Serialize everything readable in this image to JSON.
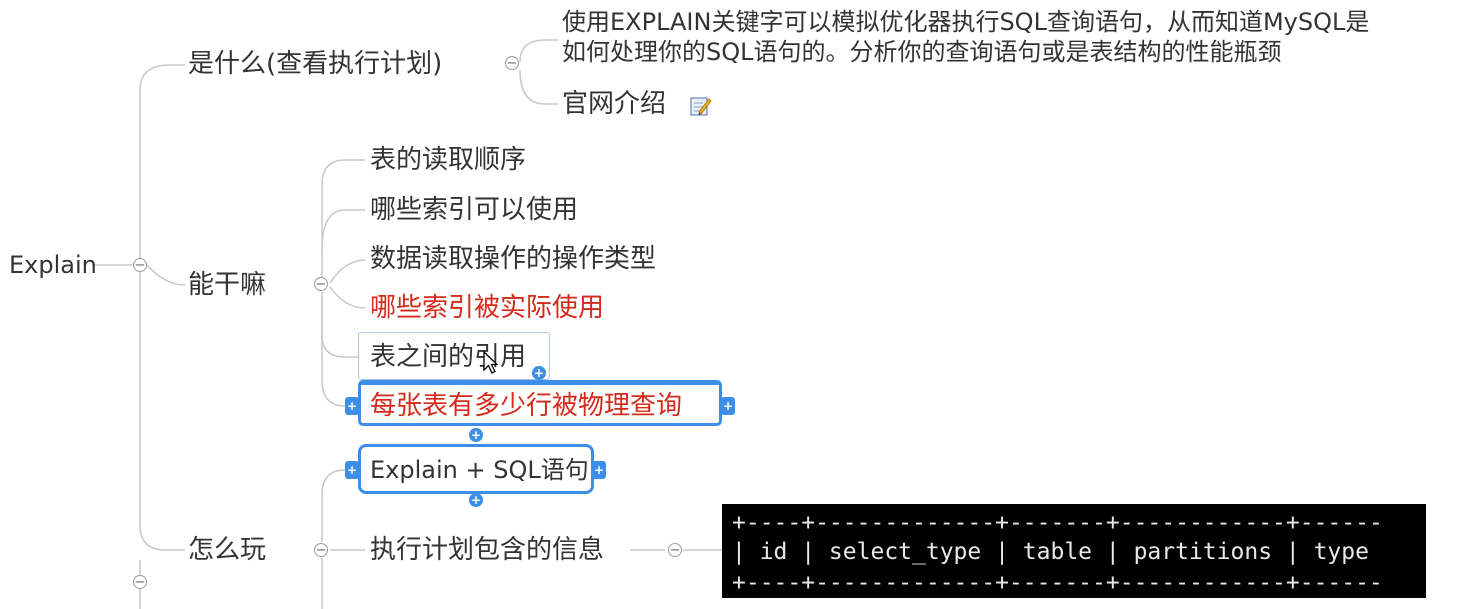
{
  "root": {
    "label": "Explain"
  },
  "branches": {
    "what": {
      "label": "是什么(查看执行计划)",
      "description_lines": [
        "使用EXPLAIN关键字可以模拟优化器执行SQL查询语句，从而知道MySQL是",
        "如何处理你的SQL语句的。分析你的查询语句或是表结构的性能瓶颈"
      ],
      "official_link": "官网介绍",
      "link_icon": "edit-note-icon"
    },
    "can_do": {
      "label": "能干嘛",
      "items": [
        {
          "label": "表的读取顺序",
          "color": "#333333"
        },
        {
          "label": "哪些索引可以使用",
          "color": "#333333"
        },
        {
          "label": "数据读取操作的操作类型",
          "color": "#333333"
        },
        {
          "label": "哪些索引被实际使用",
          "color": "#d42a1a"
        },
        {
          "label": "表之间的引用",
          "color": "#333333"
        },
        {
          "label": "每张表有多少行被物理查询",
          "color": "#d42a1a"
        }
      ]
    },
    "how": {
      "label": "怎么玩",
      "items": [
        {
          "label": "Explain + SQL语句"
        },
        {
          "label": "执行计划包含的信息"
        }
      ]
    }
  },
  "terminal": {
    "top_line": "+----+-------------+-------+------------+------",
    "header_line": "| id | select_type | table | partitions | type",
    "bottom_line": "+----+-------------+-------+------------+------"
  },
  "colors": {
    "accent": "#3d8ee8",
    "highlight_text": "#d42a1a",
    "connector": "#c8c8c8"
  },
  "collapse_symbol": "−",
  "handle_symbol": "+"
}
